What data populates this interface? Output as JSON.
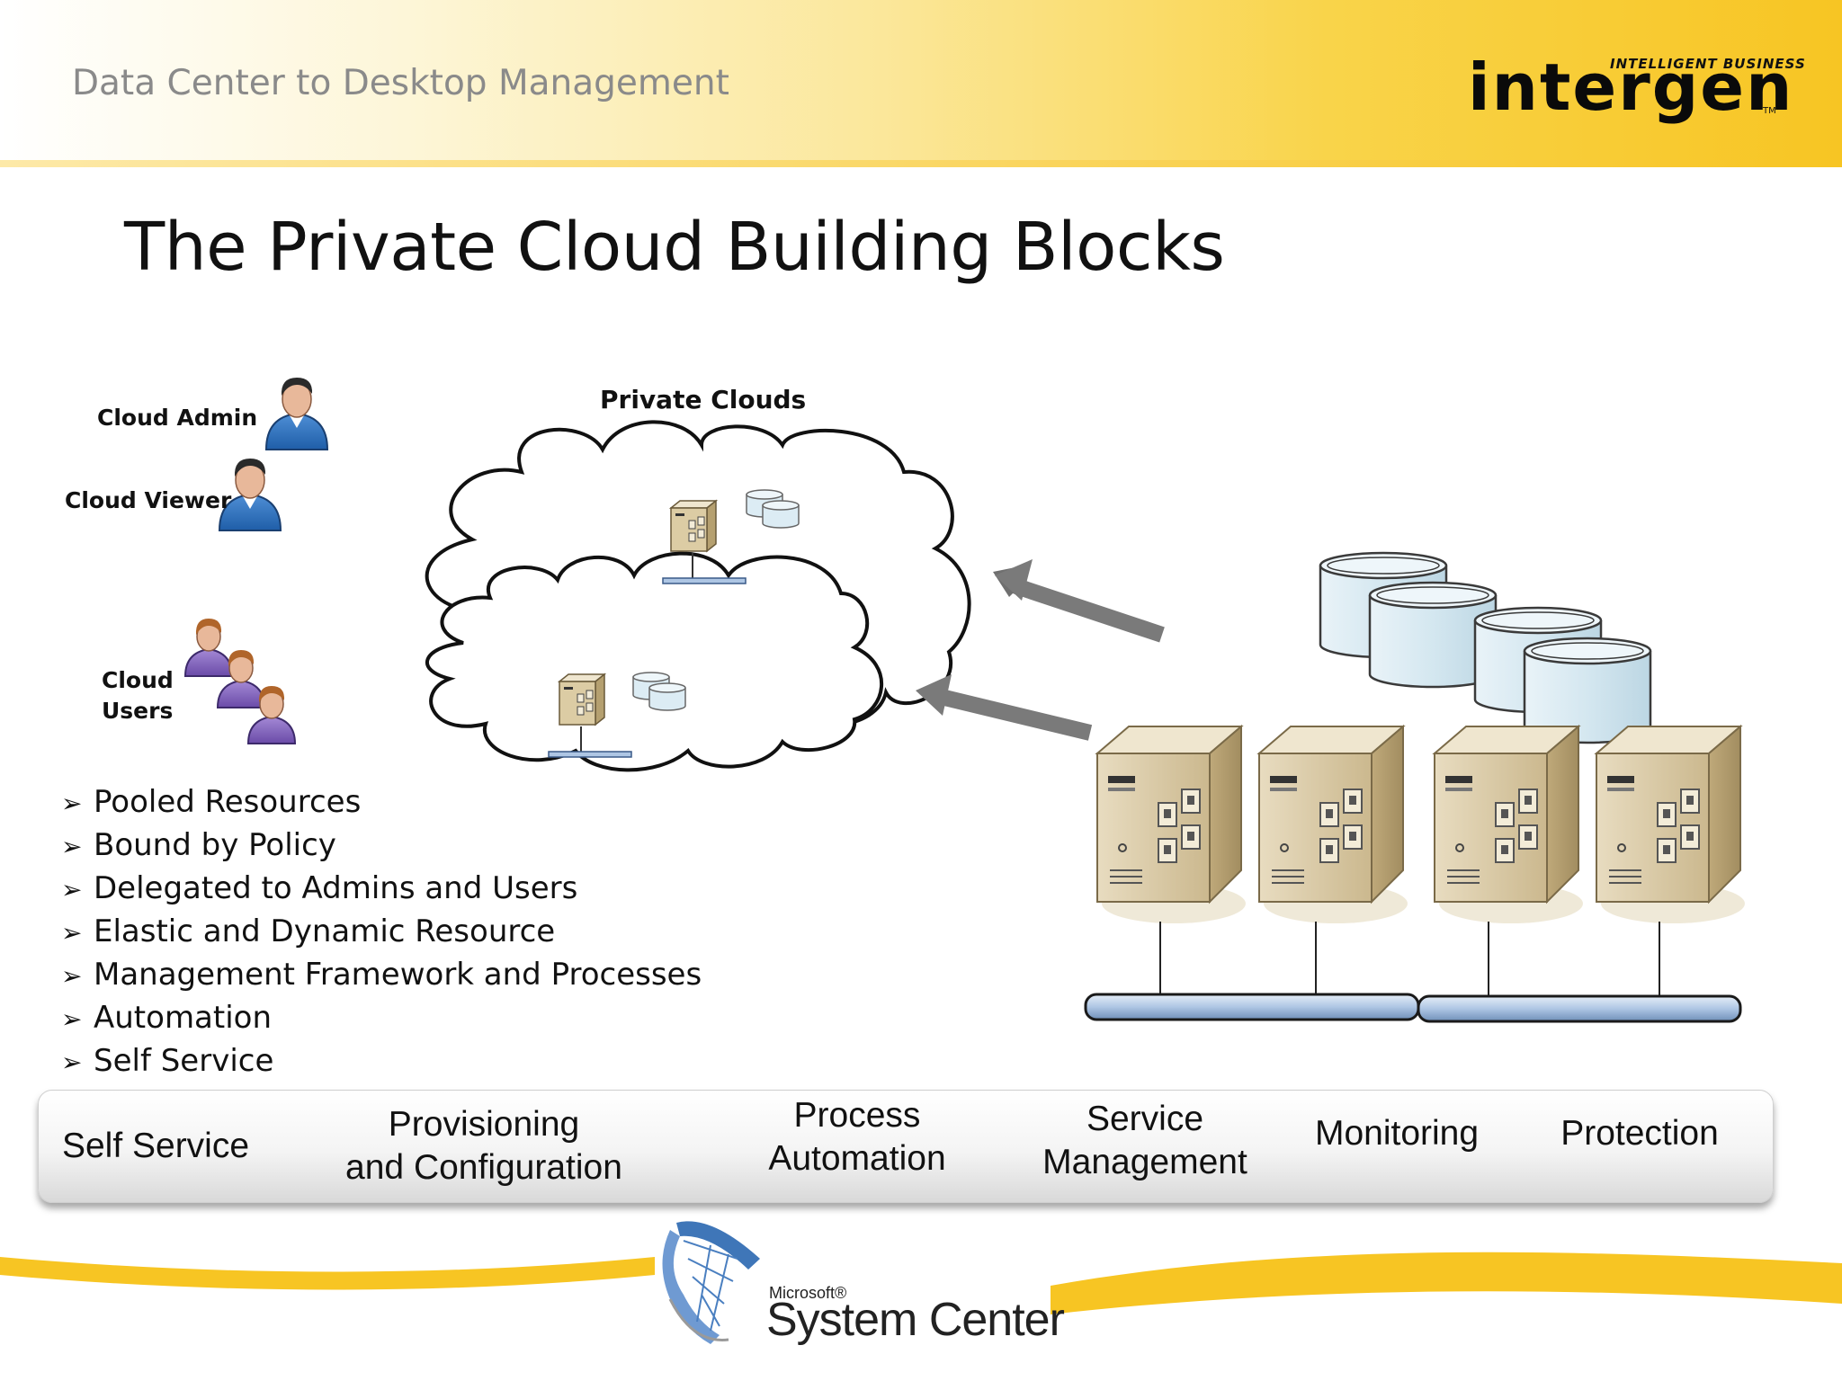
{
  "header": {
    "title": "Data Center to Desktop Management",
    "logo_tagline": "INTELLIGENT BUSINESS",
    "logo_word": "intergen",
    "logo_tm": "TM",
    "accent_color": "#f7c523"
  },
  "slide": {
    "title": "The Private Cloud Building Blocks"
  },
  "roles": {
    "cloud_admin": "Cloud Admin",
    "cloud_viewer": "Cloud Viewer",
    "cloud_users_line1": "Cloud",
    "cloud_users_line2": "Users"
  },
  "diagram": {
    "private_clouds_label": "Private Clouds",
    "icons": [
      "person-icon",
      "user-group-icon",
      "cloud-icon",
      "server-icon",
      "database-icon",
      "network-bus-icon",
      "arrow-icon"
    ]
  },
  "bullets": [
    "Pooled Resources",
    "Bound by Policy",
    "Delegated to Admins and Users",
    "Elastic and Dynamic Resource",
    "Management Framework and Processes",
    "Automation",
    "Self Service"
  ],
  "capabilities": [
    {
      "line1": "Self Service",
      "line2": ""
    },
    {
      "line1": "Provisioning",
      "line2": "and Configuration"
    },
    {
      "line1": "Process",
      "line2": "Automation"
    },
    {
      "line1": "Service",
      "line2": "Management"
    },
    {
      "line1": "Monitoring",
      "line2": ""
    },
    {
      "line1": "Protection",
      "line2": ""
    }
  ],
  "footer": {
    "brand_small": "Microsoft®",
    "brand_big": "System Center"
  }
}
